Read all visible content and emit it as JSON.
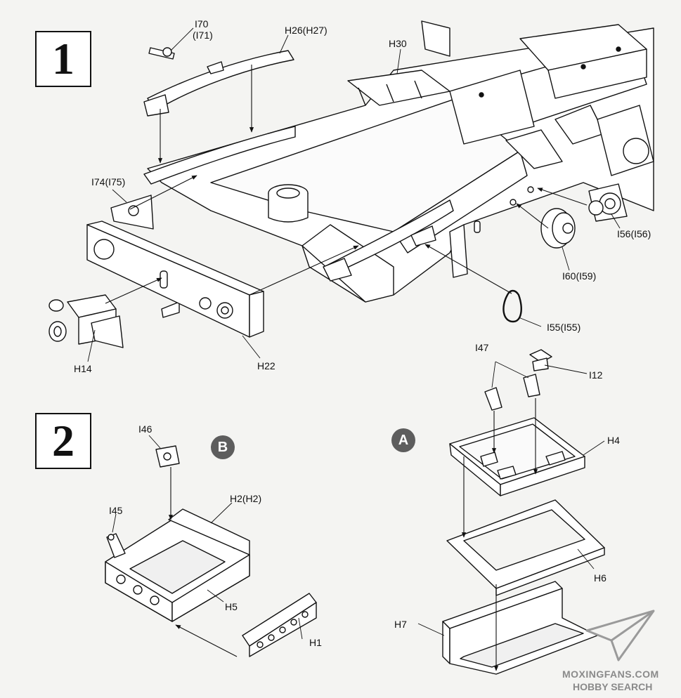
{
  "steps": {
    "one": "1",
    "two": "2"
  },
  "markers": {
    "a": "A",
    "b": "B"
  },
  "step1": {
    "i70": "I70",
    "i71": "(I71)",
    "h26": "H26(H27)",
    "h30": "H30",
    "i74": "I74(I75)",
    "i56": "I56(I56)",
    "i60": "I60(I59)",
    "i55": "I55(I55)",
    "h14": "H14",
    "h22": "H22"
  },
  "step2": {
    "i47": "I47",
    "i12": "I12",
    "h4": "H4",
    "h6": "H6",
    "h7": "H7",
    "i46": "I46",
    "i45": "I45",
    "h2": "H2(H2)",
    "h5": "H5",
    "h1": "H1"
  },
  "watermark": {
    "line1": "MOXINGFANS.COM",
    "line2": "HOBBY SEARCH"
  },
  "colors": {
    "ink": "#111111",
    "marker": "#5d5d5d",
    "paper": "#f4f4f2",
    "fill": "#ffffff"
  }
}
